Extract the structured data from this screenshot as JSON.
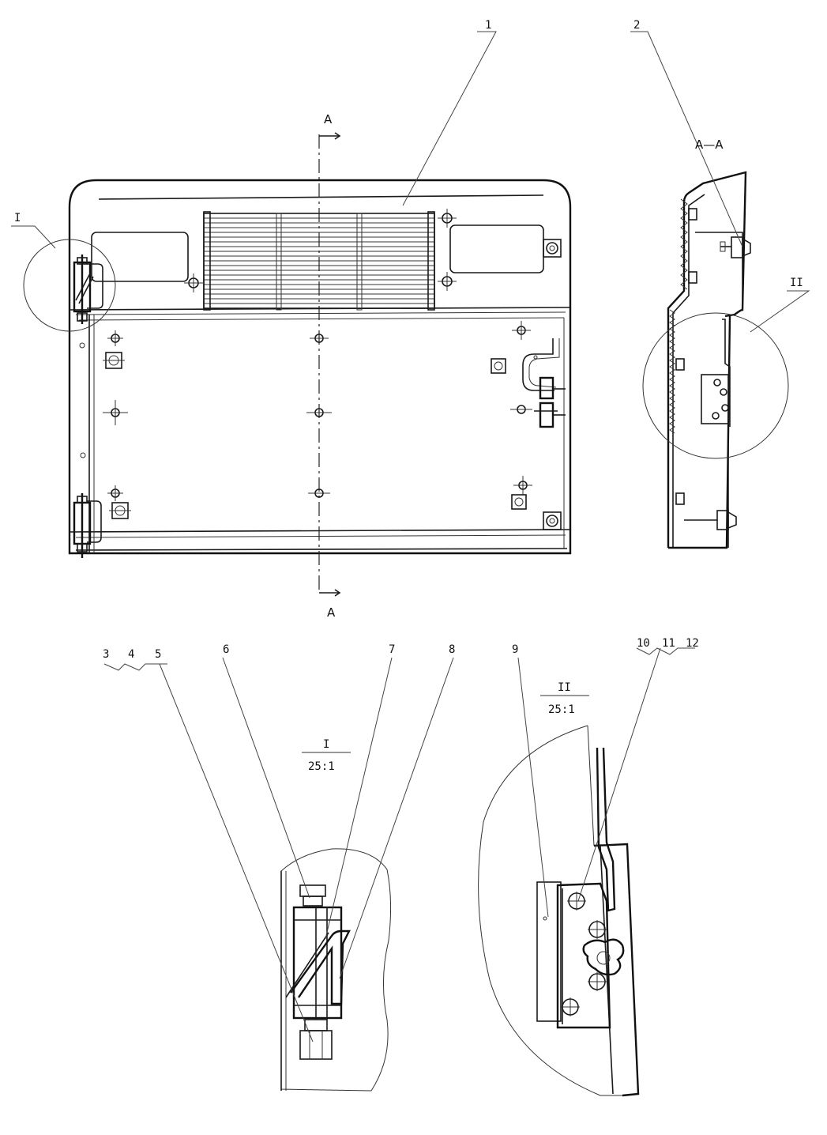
{
  "labels": {
    "p1": "1",
    "p2": "2",
    "p3": "3",
    "p4": "4",
    "p5": "5",
    "p6": "6",
    "p7": "7",
    "p8": "8",
    "p9": "9",
    "p10": "10",
    "p11": "11",
    "p12": "12",
    "section_top": "A",
    "section_bottom": "A",
    "section_view": "A—A",
    "detail_I": "I",
    "detail_II": "II",
    "detail_I_title": "I",
    "detail_I_scale": "25:1",
    "detail_II_title": "II",
    "detail_II_scale": "25:1"
  }
}
